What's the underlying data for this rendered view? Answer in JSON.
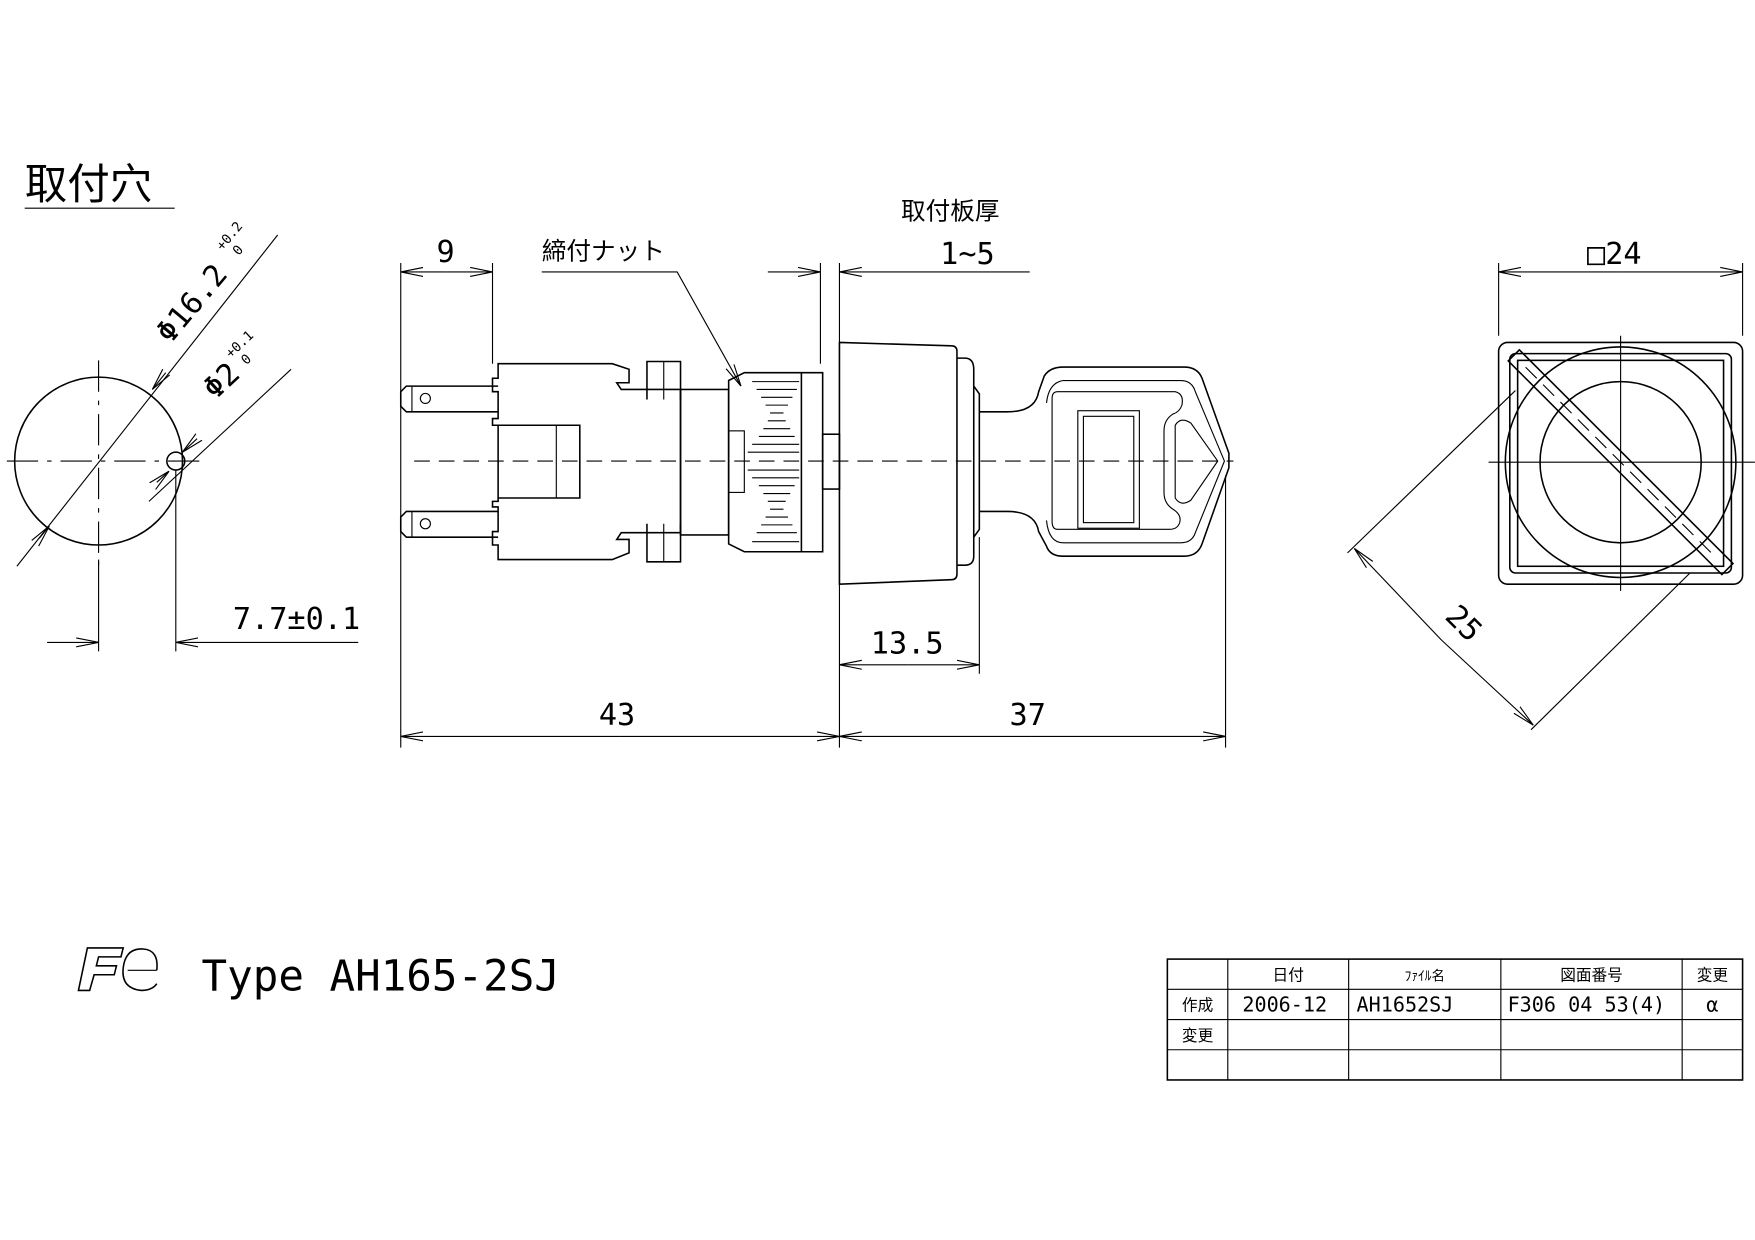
{
  "mounting_hole": {
    "title": "取付穴",
    "dia_main": "Φ16.2",
    "dia_main_tol_upper": "+0.2",
    "dia_main_tol_lower": "0",
    "dia_pin": "Φ2",
    "dia_pin_tol_upper": "+0.1",
    "dia_pin_tol_lower": "0",
    "offset": "7.7±0.1"
  },
  "side_view": {
    "dim_terminal": "9",
    "nut_label": "締付ナット",
    "panel_label": "取付板厚",
    "panel_range": "1~5",
    "dim_bezel": "13.5",
    "dim_rear": "43",
    "dim_front": "37"
  },
  "front_view": {
    "dim_square": "□24",
    "dim_diag": "25"
  },
  "title_block": {
    "logo": "Fe",
    "type_label": "Type AH165-2SJ"
  },
  "revision_table": {
    "headers": [
      "",
      "日付",
      "ﾌｧｲﾙ名",
      "図面番号",
      "変更"
    ],
    "rows": [
      [
        "作成",
        "2006-12",
        "AH1652SJ",
        "F306 04 53(4)",
        "α"
      ],
      [
        "変更",
        "",
        "",
        "",
        ""
      ],
      [
        "",
        "",
        "",
        "",
        ""
      ]
    ]
  }
}
